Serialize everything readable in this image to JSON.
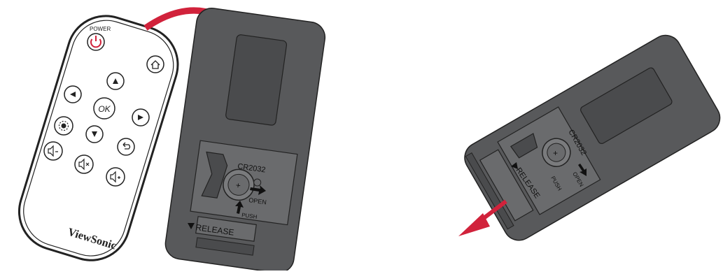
{
  "remote": {
    "power_label": "POWER",
    "ok_label": "OK",
    "brand": "ViewSonic"
  },
  "battery": {
    "type_label": "CR2032",
    "open_label": "OPEN",
    "push_label": "PUSH",
    "release_label": "RELEASE",
    "plus_sign": "+"
  },
  "colors": {
    "accent": "#d1223b",
    "cover": "#58595b",
    "compartment": "#6a6b6d"
  }
}
